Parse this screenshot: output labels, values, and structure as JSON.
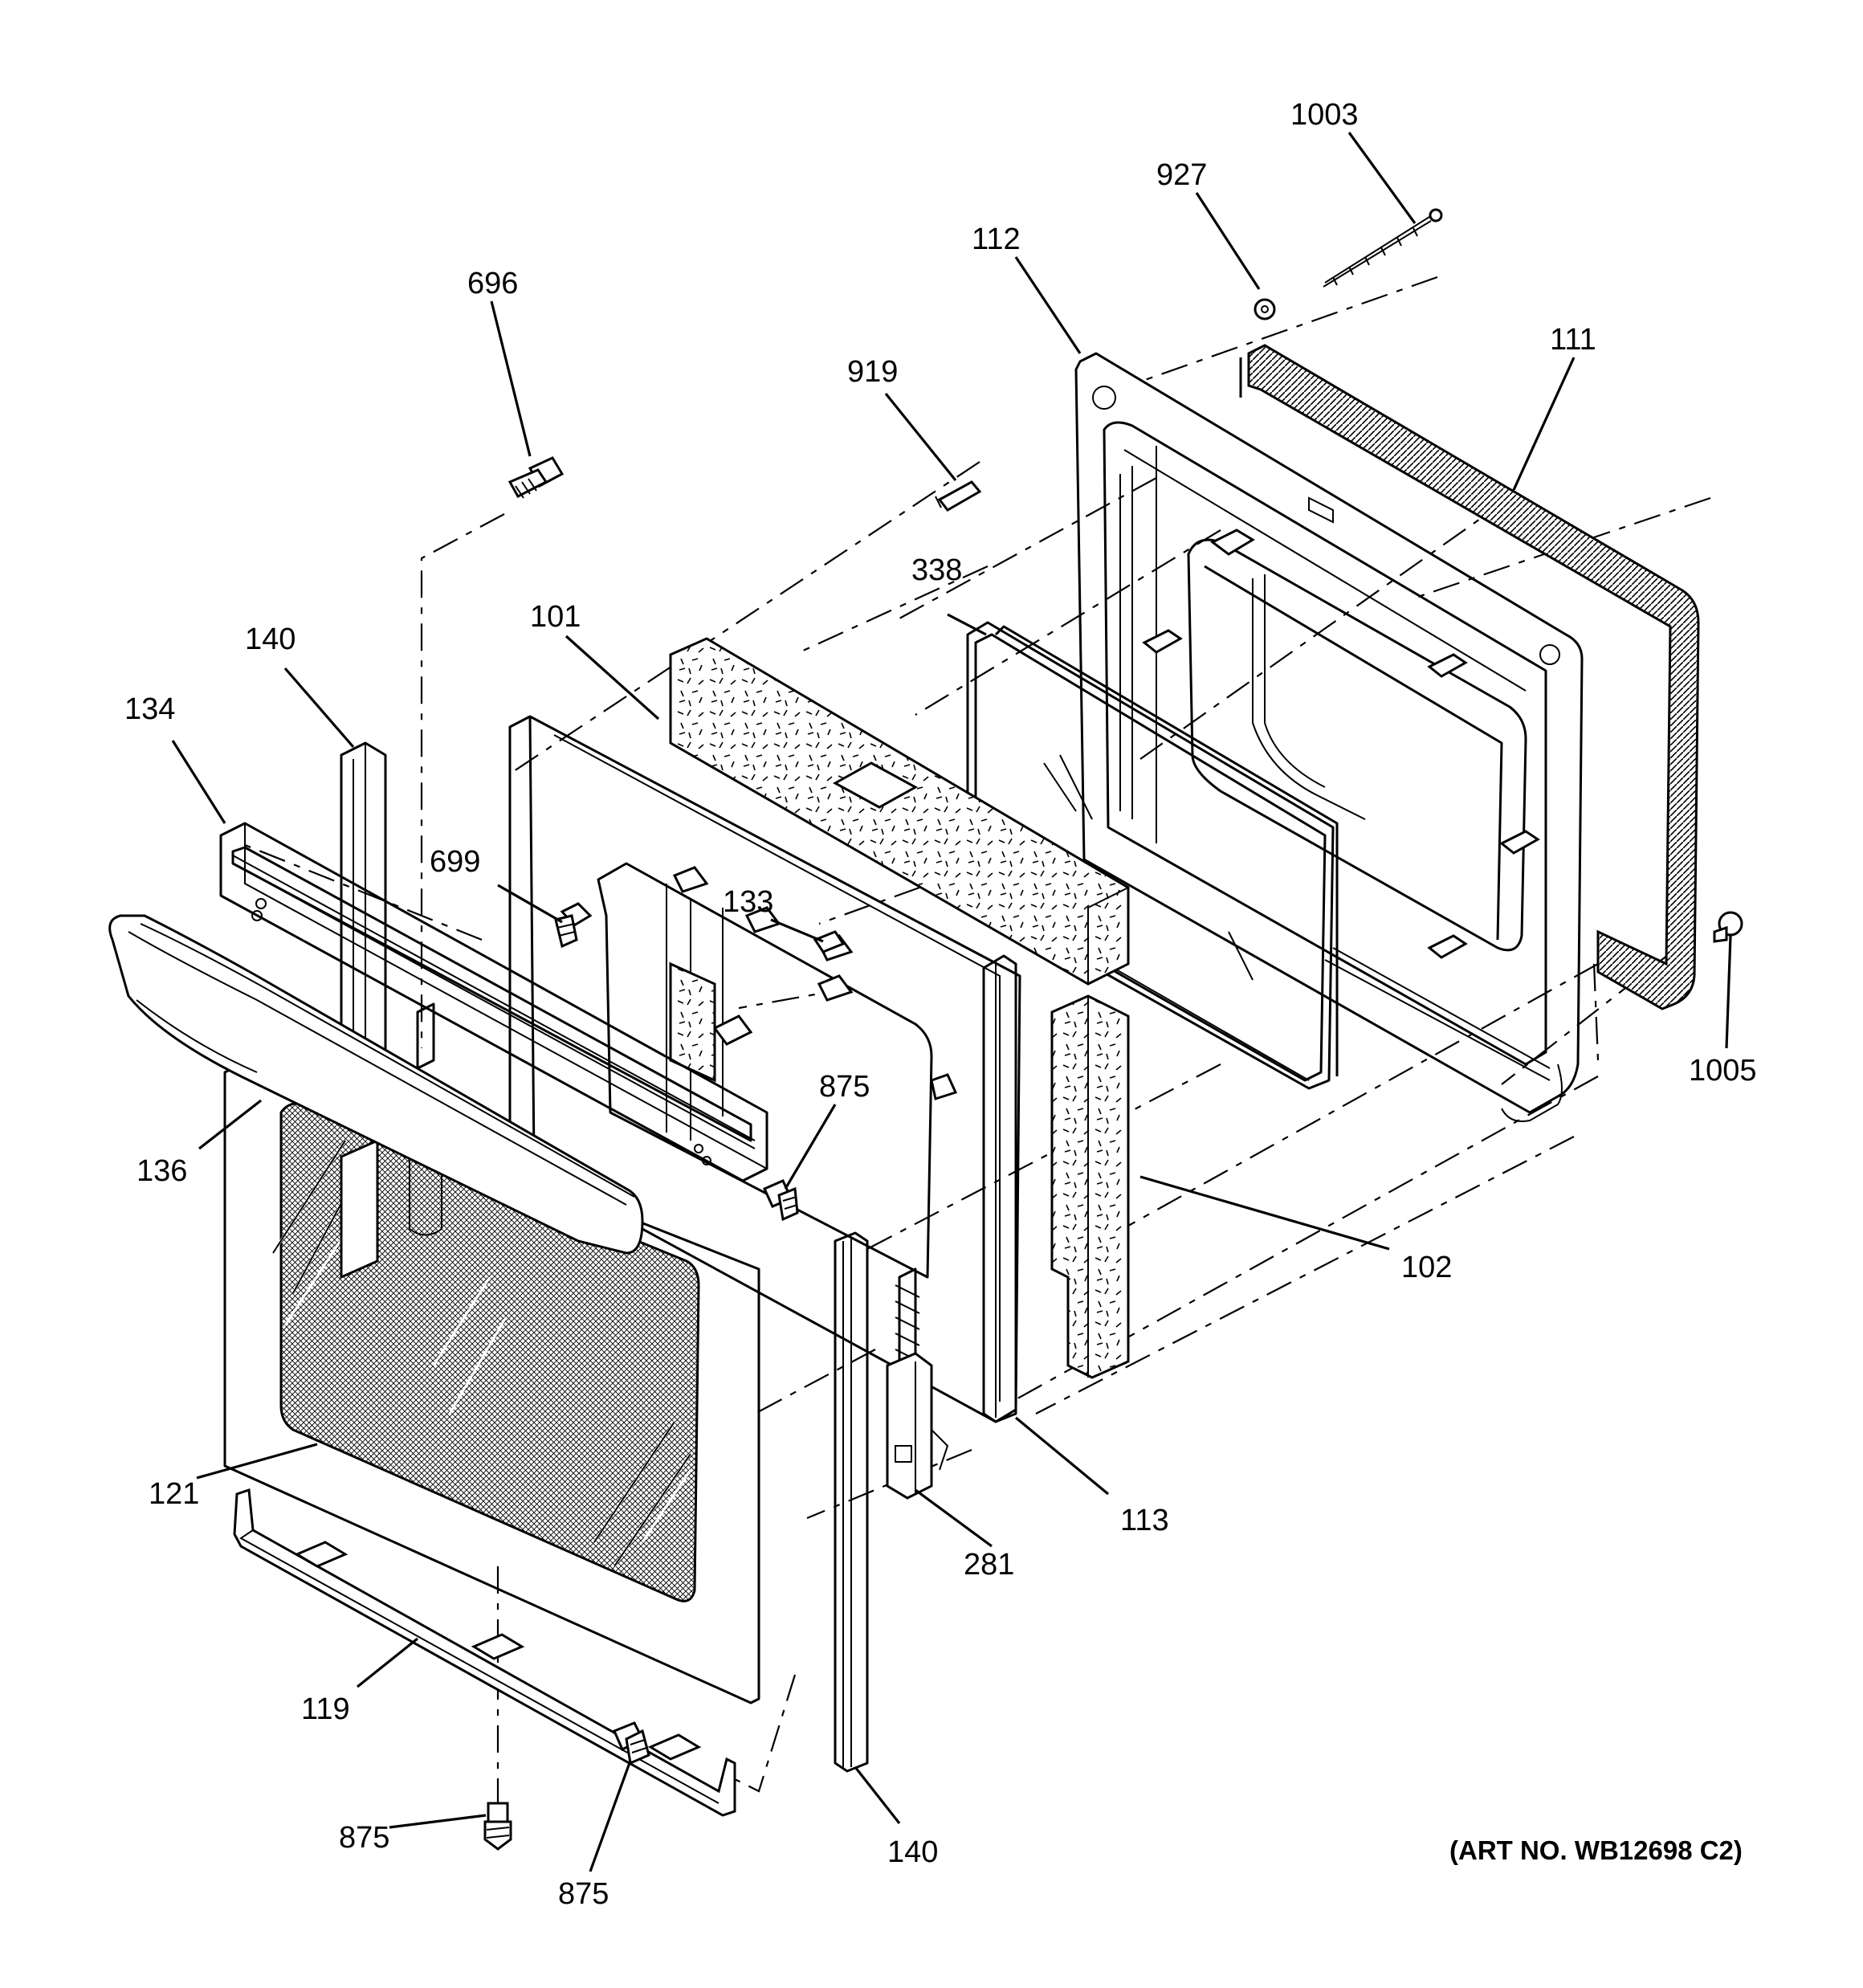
{
  "callouts": [
    {
      "id": "1003",
      "text": "1003"
    },
    {
      "id": "927",
      "text": "927"
    },
    {
      "id": "112",
      "text": "112"
    },
    {
      "id": "111",
      "text": "111"
    },
    {
      "id": "696",
      "text": "696"
    },
    {
      "id": "919",
      "text": "919"
    },
    {
      "id": "338",
      "text": "338"
    },
    {
      "id": "101",
      "text": "101"
    },
    {
      "id": "140-top",
      "text": "140"
    },
    {
      "id": "134",
      "text": "134"
    },
    {
      "id": "699",
      "text": "699"
    },
    {
      "id": "133",
      "text": "133"
    },
    {
      "id": "875-mid",
      "text": "875"
    },
    {
      "id": "1005",
      "text": "1005"
    },
    {
      "id": "136",
      "text": "136"
    },
    {
      "id": "102",
      "text": "102"
    },
    {
      "id": "113",
      "text": "113"
    },
    {
      "id": "121",
      "text": "121"
    },
    {
      "id": "281",
      "text": "281"
    },
    {
      "id": "119",
      "text": "119"
    },
    {
      "id": "875-left",
      "text": "875"
    },
    {
      "id": "875-bottom",
      "text": "875"
    },
    {
      "id": "140-bottom",
      "text": "140"
    }
  ],
  "art_number": "(ART NO. WB12698 C2)"
}
